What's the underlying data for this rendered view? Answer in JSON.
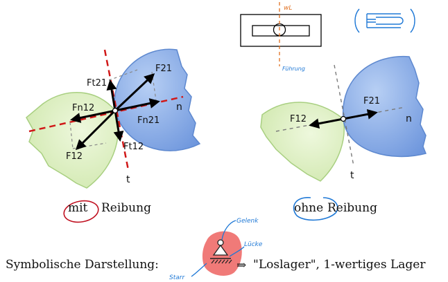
{
  "left_figure": {
    "force_labels": {
      "f21": "F21",
      "ft21": "Ft21",
      "fn12": "Fn12",
      "fn21": "Fn21",
      "f12": "F12",
      "ft12": "Ft12"
    },
    "axis_labels": {
      "n": "n",
      "t": "t"
    },
    "caption_mark": "mit",
    "caption_rest": "Reibung"
  },
  "right_figure": {
    "force_labels": {
      "f21": "F21",
      "f12": "F12"
    },
    "axis_labels": {
      "n": "n",
      "t": "t"
    },
    "caption_mark": "ohne",
    "caption_rest": "Reibung"
  },
  "sketch": {
    "wl_label": "wL",
    "fuhrung_label": "Führung"
  },
  "bottom": {
    "symbolic_label": "Symbolische Darstellung:",
    "gelenk_note": "Gelenk",
    "luecke_note": "Lücke",
    "starr_note": "Starr",
    "arrow_symbol": "⇒",
    "loslager_text": "\"Loslager\", 1-wertiges Lager"
  },
  "colors": {
    "green_region": "#dcefc0",
    "green_edge": "#a8cf80",
    "blue_region": "#8fb3ec",
    "blue_edge": "#5d88cf",
    "red_dash": "#d01818",
    "orange_line": "#e07020",
    "pen_blue": "#1e78d6",
    "pen_red": "#c01020",
    "salmon": "#f07a78",
    "text_red": "#e01818"
  }
}
